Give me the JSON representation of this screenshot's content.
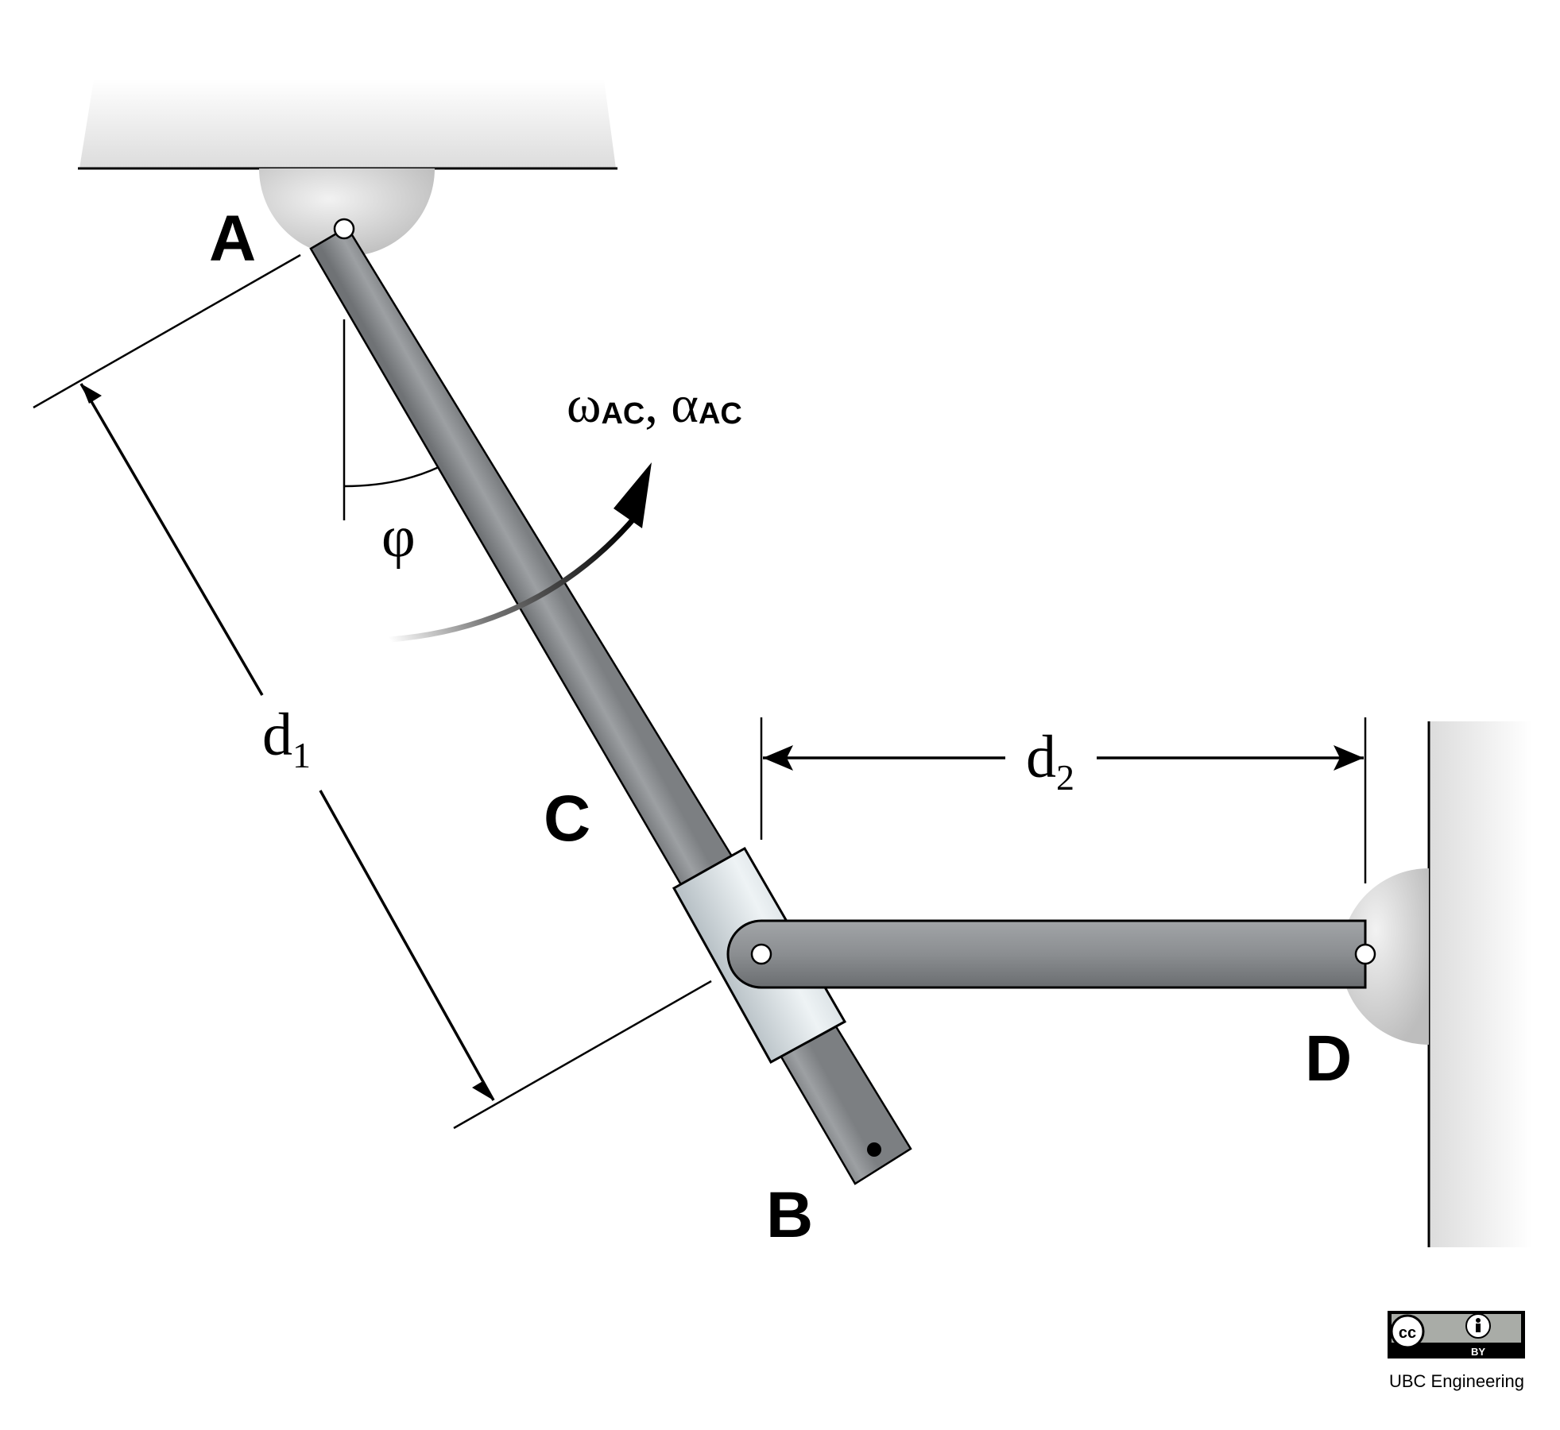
{
  "diagram": {
    "points": {
      "A": "A",
      "B": "B",
      "C": "C",
      "D": "D"
    },
    "angle_label": "φ",
    "rotation_label": {
      "omega": "ω",
      "omega_sub": "AC",
      "sep": ", ",
      "alpha": "α",
      "alpha_sub": "AC"
    },
    "dim1": {
      "main": "d",
      "sub": "1"
    },
    "dim2": {
      "main": "d",
      "sub": "2"
    }
  },
  "license": {
    "badge_cc": "cc",
    "badge_by": "BY",
    "credit": "UBC Engineering"
  },
  "colors": {
    "rod": "#8a8d90",
    "rod_dark": "#6d7073",
    "sleeve": "#d8dfe3",
    "support": "#e7e7e7",
    "pin_ball": "#d3d3d3"
  }
}
